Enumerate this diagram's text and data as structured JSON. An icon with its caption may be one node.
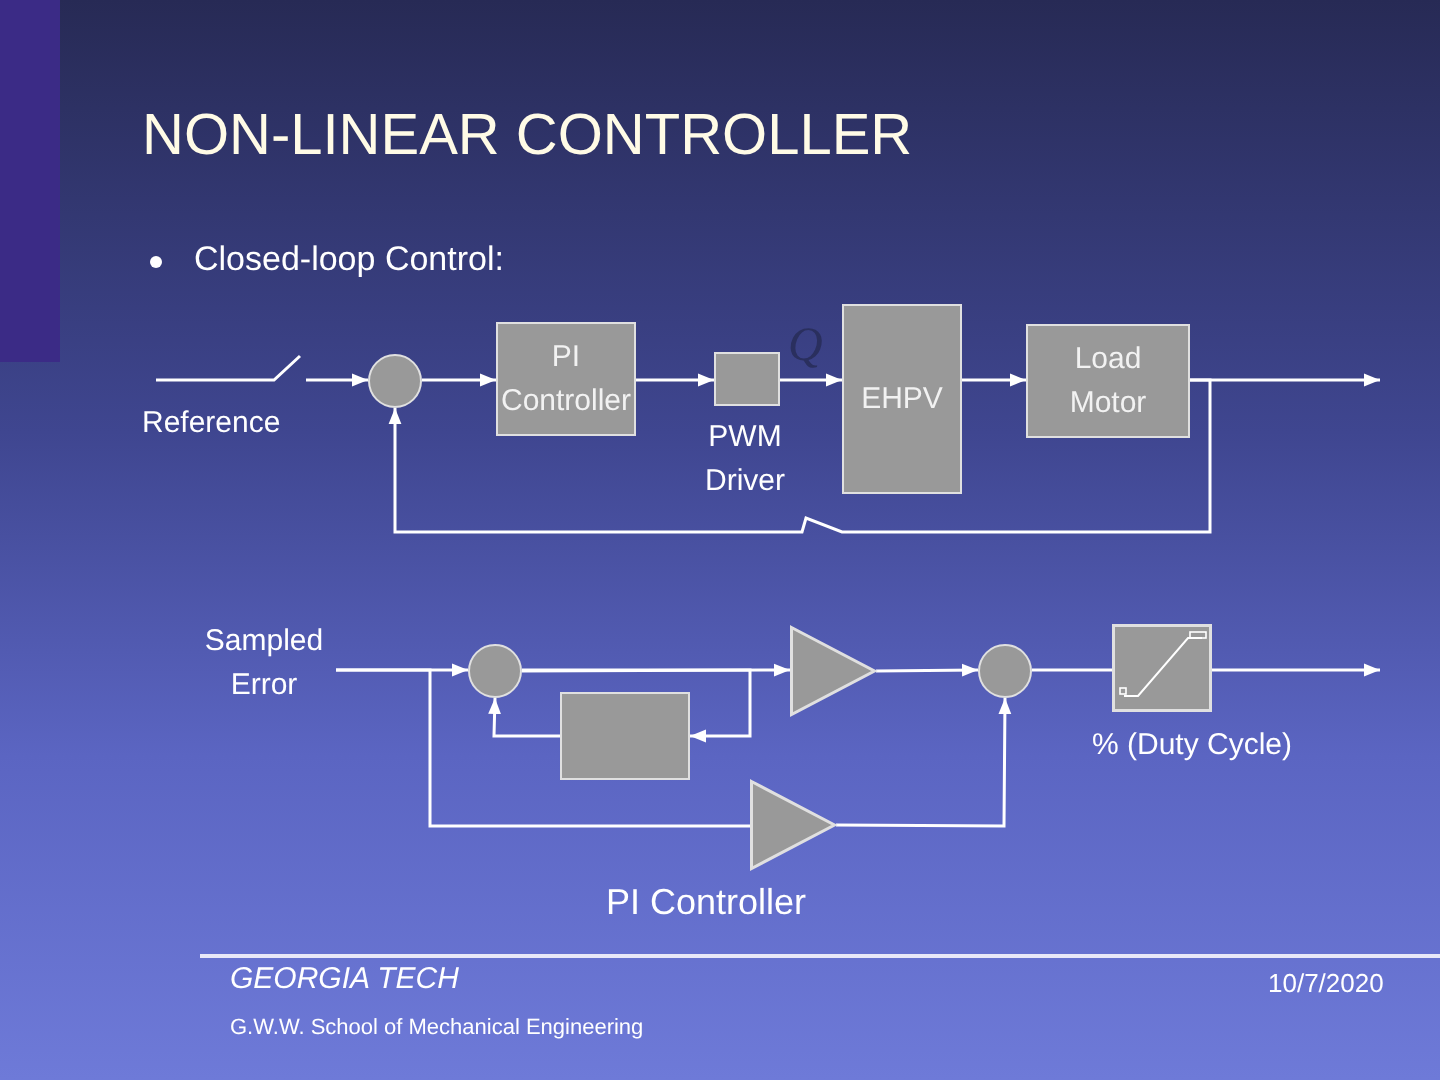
{
  "diagram": {
    "title": "NON-LINEAR CONTROLLER",
    "nodes": [
      {
        "text": [],
        "shape": "circle"
      },
      {
        "text": [
          "PI Controller"
        ]
      },
      {
        "text": [
          "PWM Driver"
        ]
      },
      {
        "text": [
          "EHPV"
        ]
      },
      {
        "text": [
          "Load Motor"
        ]
      },
      {
        "text": [
          "Sampled Error"
        ]
      },
      {
        "text": [],
        "shape": "circle"
      },
      {
        "text": [],
        "shape": "box"
      },
      {
        "text": [],
        "shape": "triangle"
      },
      {
        "text": [],
        "shape": "circle"
      },
      {
        "text": [
          "% (Duty Cycle)"
        ]
      },
      {
        "text": [],
        "shape": "triangle"
      }
    ],
    "edges": [
      {
        "from": null,
        "to": 0,
        "arrow": "to"
      },
      {
        "from": 0,
        "to": 1,
        "arrow": "to"
      },
      {
        "from": 1,
        "to": 2,
        "arrow": "to"
      },
      {
        "from": 2,
        "to": 3,
        "arrow": "to"
      },
      {
        "from": 3,
        "to": 4,
        "arrow": "to"
      },
      {
        "from": 4,
        "to": null,
        "arrow": "to"
      },
      {
        "from": 4,
        "to": 0,
        "arrow": "to"
      },
      {
        "from": 5,
        "to": 6,
        "arrow": "to"
      },
      {
        "from": 6,
        "to": 8,
        "arrow": "to"
      },
      {
        "from": 6,
        "to": 7,
        "arrow": "to"
      },
      {
        "from": 7,
        "to": 6,
        "arrow": "to"
      },
      {
        "from": 8,
        "to": 9,
        "arrow": "to"
      },
      {
        "from": 9,
        "to": 10,
        "arrow": "none"
      },
      {
        "from": 10,
        "to": null,
        "arrow": "to"
      },
      {
        "from": 5,
        "to": 11,
        "arrow": "none"
      },
      {
        "from": 11,
        "to": 9,
        "arrow": "to"
      }
    ],
    "labels": [
      "Closed-loop Control:",
      "Reference",
      "Q",
      "PI Controller",
      "GEORGIA TECH",
      "G.W.W. School of Mechanical Engineering",
      "10/7/2020"
    ]
  }
}
